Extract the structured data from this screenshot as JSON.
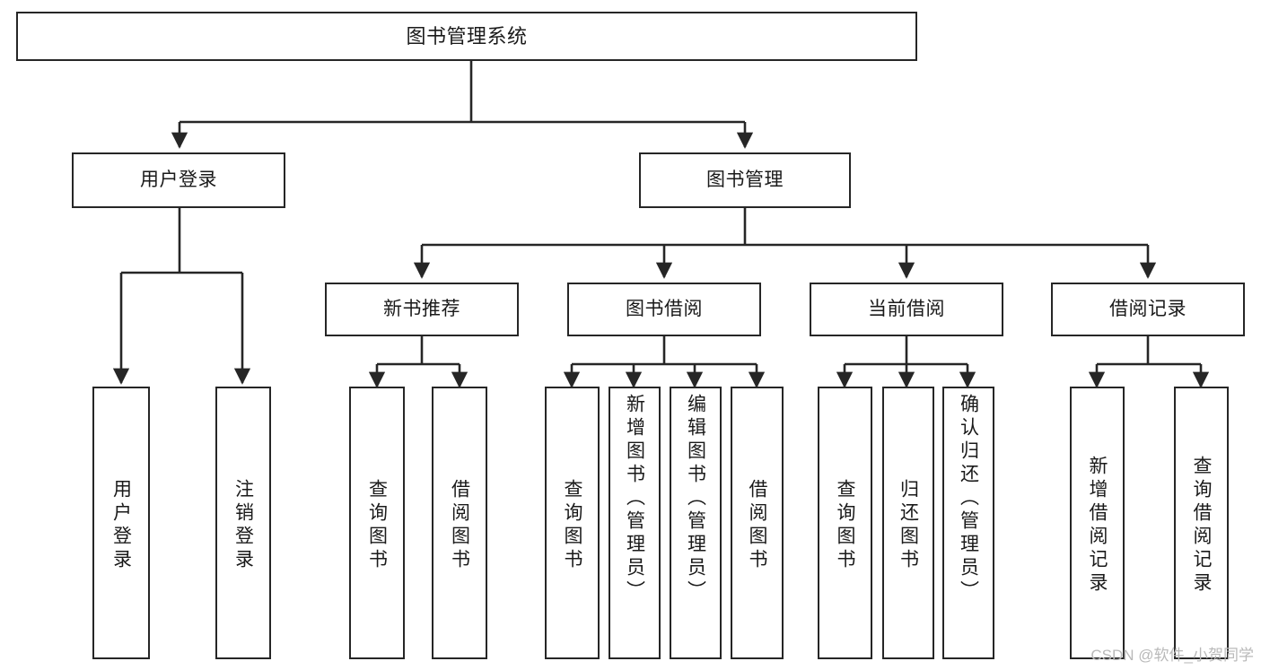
{
  "diagram": {
    "title": "图书管理系统",
    "type": "tree",
    "watermark": "CSDN @软件_小贺同学",
    "colors": {
      "stroke": "#262626",
      "text": "#1a1a1a",
      "background": "#ffffff",
      "watermark": "#b9b9b9"
    },
    "nodes": {
      "root": {
        "label": "图书管理系统"
      },
      "level2": [
        {
          "id": "user-login",
          "label": "用户登录"
        },
        {
          "id": "book-manage",
          "label": "图书管理"
        }
      ],
      "level3": [
        {
          "id": "new-book-recommend",
          "label": "新书推荐"
        },
        {
          "id": "book-borrow",
          "label": "图书借阅"
        },
        {
          "id": "current-borrow",
          "label": "当前借阅"
        },
        {
          "id": "borrow-record",
          "label": "借阅记录"
        }
      ],
      "leaves": {
        "user_login": [
          {
            "id": "leaf-user-login",
            "label": "用户登录"
          },
          {
            "id": "leaf-user-logout",
            "label": "注销登录"
          }
        ],
        "new_book_recommend": [
          {
            "id": "leaf-query-book-1",
            "label": "查询图书"
          },
          {
            "id": "leaf-borrow-book-1",
            "label": "借阅图书"
          }
        ],
        "book_borrow": [
          {
            "id": "leaf-query-book-2",
            "label": "查询图书"
          },
          {
            "id": "leaf-add-book",
            "label": "新增图书（管理员）"
          },
          {
            "id": "leaf-edit-book",
            "label": "编辑图书（管理员）"
          },
          {
            "id": "leaf-borrow-book-2",
            "label": "借阅图书"
          }
        ],
        "current_borrow": [
          {
            "id": "leaf-query-book-3",
            "label": "查询图书"
          },
          {
            "id": "leaf-return-book",
            "label": "归还图书"
          },
          {
            "id": "leaf-confirm-return",
            "label": "确认归还（管理员）"
          }
        ],
        "borrow_record": [
          {
            "id": "leaf-add-record",
            "label": "新增借阅记录"
          },
          {
            "id": "leaf-query-record",
            "label": "查询借阅记录"
          }
        ]
      }
    }
  }
}
